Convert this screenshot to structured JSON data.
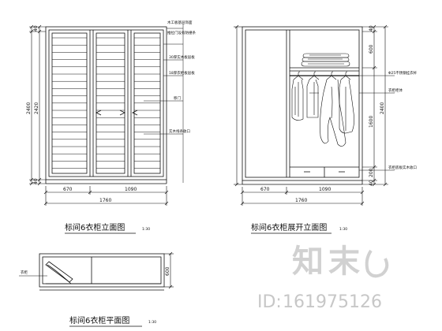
{
  "left_view": {
    "title": "标间6衣柜立面图",
    "scale": "1:30",
    "dims_v": [
      "40",
      "2400",
      "2420",
      "40"
    ],
    "dims_h": [
      "670",
      "1090",
      "1760"
    ],
    "notes": [
      "木工板基层饰面",
      "推拉门设有防撞条",
      "30厚实木板层板",
      "18厚衣柜板层板",
      "移门",
      "实木线条收口"
    ]
  },
  "right_view": {
    "title": "标间6衣柜展开立面图",
    "scale": "1:30",
    "dims_v": [
      "40",
      "600",
      "2400",
      "1600",
      "200",
      "40"
    ],
    "dims_h": [
      "670",
      "1090",
      "1760"
    ],
    "notes": [
      "Φ25不锈钢挂衣杆",
      "衣柜柜体",
      "衣柜底板实木收口"
    ]
  },
  "plan_view": {
    "title": "标间6衣柜平面图",
    "scale": "1:30",
    "dim": "600",
    "note": "衣柜"
  },
  "watermark": {
    "brand": "知末",
    "id_label": "ID:",
    "id_value": "161975126"
  },
  "colors": {
    "line": "#111111",
    "watermark": "#9a9a9a"
  }
}
